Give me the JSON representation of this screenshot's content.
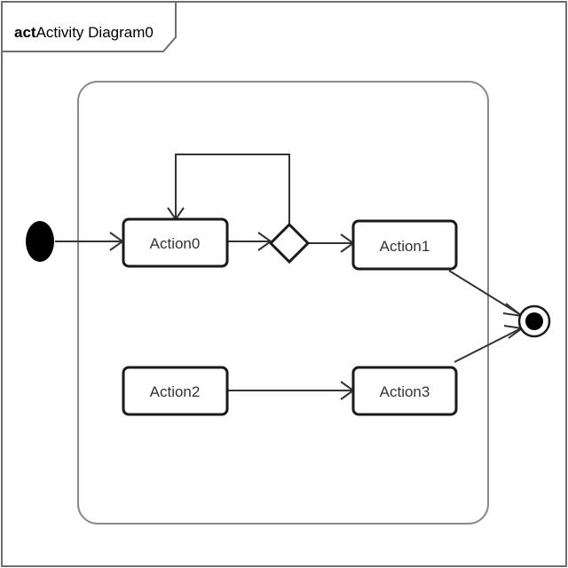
{
  "frame": {
    "keyword": "act",
    "name": "Activity Diagram0"
  },
  "actions": [
    {
      "id": "action0",
      "label": "Action0"
    },
    {
      "id": "action1",
      "label": "Action1"
    },
    {
      "id": "action2",
      "label": "Action2"
    },
    {
      "id": "action3",
      "label": "Action3"
    }
  ],
  "colors": {
    "stroke": "#1a1a1a",
    "frame_stroke": "#6e6e6e",
    "region_stroke": "#8a8a8a",
    "edge": "#333333",
    "node_fill": "#000000",
    "background": "#ffffff"
  }
}
